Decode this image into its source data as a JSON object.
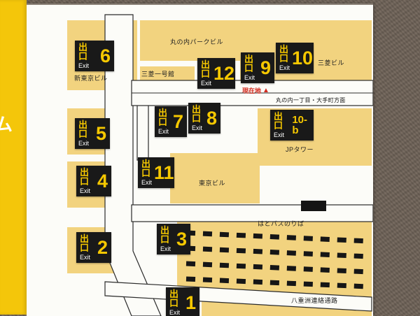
{
  "sign": {
    "side_text": "ム",
    "current_location": {
      "label": "現在地",
      "symbol": "▲"
    },
    "direction_label": "丸の内一丁目・大手町方面",
    "exits": [
      {
        "jp": "出口",
        "en": "Exit",
        "number": "6"
      },
      {
        "jp": "出口",
        "en": "Exit",
        "number": "12"
      },
      {
        "jp": "出口",
        "en": "Exit",
        "number": "9"
      },
      {
        "jp": "出口",
        "en": "Exit",
        "number": "10"
      },
      {
        "jp": "出口",
        "en": "Exit",
        "number": "5"
      },
      {
        "jp": "出口",
        "en": "Exit",
        "number": "7"
      },
      {
        "jp": "出口",
        "en": "Exit",
        "number": "8"
      },
      {
        "jp": "出口",
        "en": "Exit",
        "number": "10-b"
      },
      {
        "jp": "出口",
        "en": "Exit",
        "number": "11"
      },
      {
        "jp": "出口",
        "en": "Exit",
        "number": "4"
      },
      {
        "jp": "出口",
        "en": "Exit",
        "number": "3"
      },
      {
        "jp": "出口",
        "en": "Exit",
        "number": "2"
      },
      {
        "jp": "出口",
        "en": "Exit",
        "number": "1"
      }
    ],
    "buildings": [
      {
        "name": "丸の内パークビル"
      },
      {
        "name": "三菱ビル"
      },
      {
        "name": "新東京ビル"
      },
      {
        "name": "三菱一号館"
      },
      {
        "name": "JPタワー"
      },
      {
        "name": "東京ビル"
      },
      {
        "name": "はとバスのりば"
      },
      {
        "name": "八重洲連絡通路"
      }
    ],
    "colors": {
      "sign_yellow": "#f4c60a",
      "building_tan": "#f2d37f",
      "exit_black": "#191919",
      "exit_number_yellow": "#f6c800",
      "location_red": "#d42a1e"
    }
  }
}
